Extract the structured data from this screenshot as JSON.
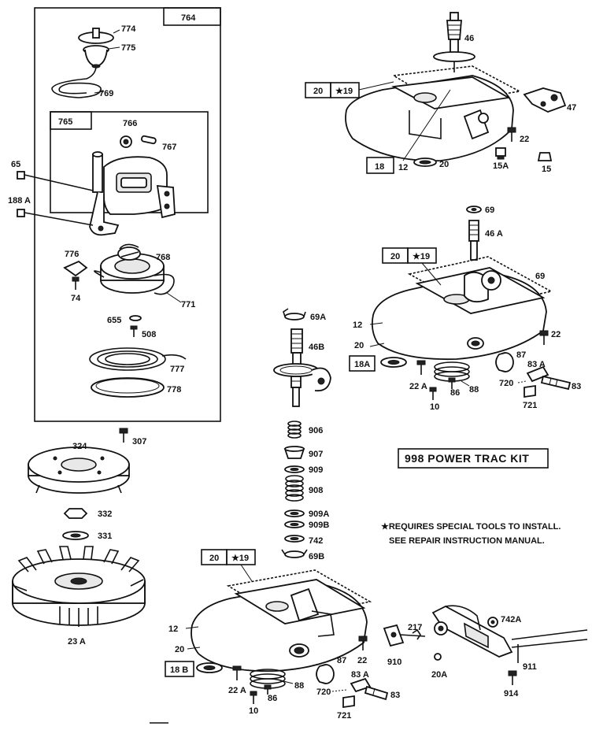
{
  "labels": {
    "l764": "764",
    "l765": "765",
    "l774": "774",
    "l775": "775",
    "l769": "769",
    "l766": "766",
    "l767": "767",
    "l65": "65",
    "l188a": "188 A",
    "l776": "776",
    "l768": "768",
    "l74": "74",
    "l771": "771",
    "l655": "655",
    "l508": "508",
    "l777": "777",
    "l778": "778",
    "l324": "324",
    "l307": "307",
    "l332": "332",
    "l331": "331",
    "l23a": "23 A",
    "l46": "46",
    "l47": "47",
    "l22a": "22",
    "l15a": "15A",
    "l15": "15",
    "l12a": "12",
    "l20a": "20",
    "l69a": "69",
    "l46a": "46 A",
    "l69b": "69",
    "l12b": "12",
    "l20b": "20",
    "l22b": "22",
    "l87a": "87",
    "l83a1": "83 A",
    "l83b": "83",
    "l720a": "720",
    "l721a": "721",
    "l22ab": "22 A",
    "l10a": "10",
    "l86a": "86",
    "l88a": "88",
    "l69A": "69A",
    "l46B": "46B",
    "l906": "906",
    "l907": "907",
    "l909": "909",
    "l908": "908",
    "l909A": "909A",
    "l909B": "909B",
    "l742": "742",
    "l69B": "69B",
    "l12c": "12",
    "l20c": "20",
    "l22c": "22",
    "l87b": "87",
    "l83a2": "83 A",
    "l83c": "83",
    "l720b": "720",
    "l721b": "721",
    "l22ac": "22 A",
    "l10b": "10",
    "l86b": "86",
    "l88b": "88",
    "l217": "217",
    "l910": "910",
    "l20A": "20A",
    "l742A": "742A",
    "l911": "911",
    "l914": "914"
  },
  "boxes": {
    "top_20": "20",
    "top_star19": "★19",
    "top_18": "18",
    "mid_20": "20",
    "mid_star19": "★19",
    "mid_18a": "18A",
    "bot_20": "20",
    "bot_star19": "★19",
    "bot_18b": "18 B"
  },
  "kit_label": "998  POWER TRAC KIT",
  "note_line1": "★REQUIRES SPECIAL TOOLS TO INSTALL.",
  "note_line2": "SEE REPAIR INSTRUCTION MANUAL."
}
